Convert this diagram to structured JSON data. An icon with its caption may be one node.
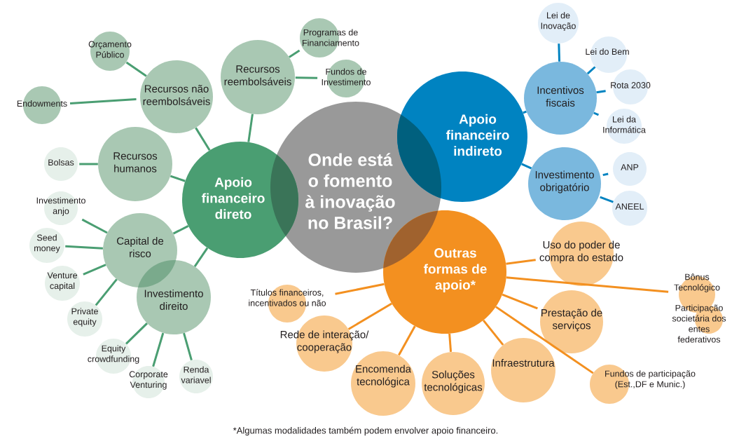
{
  "diagram": {
    "caption": "*Algumas modalidades também podem envolver apoio financeiro.",
    "nodes": [
      {
        "text": [
          "Onde está o fomento à inovação no Brasil?"
        ]
      },
      {
        "text": [
          "Apoio financeiro direto"
        ]
      },
      {
        "text": [
          "Apoio financeiro indireto"
        ]
      },
      {
        "text": [
          "Outras formas de apoio*"
        ]
      },
      {
        "text": [
          "Recursos não reembolsáveis"
        ]
      },
      {
        "text": [
          "Recursos reembolsáveis"
        ]
      },
      {
        "text": [
          "Recursos humanos"
        ]
      },
      {
        "text": [
          "Capital de risco"
        ]
      },
      {
        "text": [
          "Investimento direito"
        ]
      },
      {
        "text": [
          "Orçamento Público"
        ]
      },
      {
        "text": [
          "Endowments"
        ]
      },
      {
        "text": [
          "Programas de Financiamento"
        ]
      },
      {
        "text": [
          "Fundos de Investimento"
        ]
      },
      {
        "text": [
          "Bolsas"
        ]
      },
      {
        "text": [
          "Investimento anjo"
        ]
      },
      {
        "text": [
          "Seed money"
        ]
      },
      {
        "text": [
          "Venture capital"
        ]
      },
      {
        "text": [
          "Private equity"
        ]
      },
      {
        "text": [
          "Equity crowdfunding"
        ]
      },
      {
        "text": [
          "Corporate Venturing"
        ]
      },
      {
        "text": [
          "Renda variavel"
        ]
      },
      {
        "text": [
          "Incentivos fiscais"
        ]
      },
      {
        "text": [
          "Investimento obrigatório"
        ]
      },
      {
        "text": [
          "Lei de Inovação"
        ]
      },
      {
        "text": [
          "Lei do Bem"
        ]
      },
      {
        "text": [
          "Rota 2030"
        ]
      },
      {
        "text": [
          "Lei da Informática"
        ]
      },
      {
        "text": [
          "ANP"
        ]
      },
      {
        "text": [
          "ANEEL"
        ]
      },
      {
        "text": [
          "Uso do poder de compra do estado"
        ]
      },
      {
        "text": [
          "Bônus Tecnológico"
        ]
      },
      {
        "text": [
          "Participação societária dos entes federativos"
        ]
      },
      {
        "text": [
          "Prestação de serviços"
        ]
      },
      {
        "text": [
          "Fundos de participação (Est.,DF e Munic.)"
        ]
      },
      {
        "text": [
          "Infraestrutura"
        ]
      },
      {
        "text": [
          "Soluções tecnológicas"
        ]
      },
      {
        "text": [
          "Encomenda tecnológica"
        ]
      },
      {
        "text": [
          "Rede de interação/ cooperação"
        ]
      },
      {
        "text": [
          "Títulos financeiros, incentivados ou não"
        ]
      }
    ],
    "edges": [
      {
        "from": 1,
        "to": 4,
        "arrow": "none"
      },
      {
        "from": 1,
        "to": 5,
        "arrow": "none"
      },
      {
        "from": 1,
        "to": 6,
        "arrow": "none"
      },
      {
        "from": 1,
        "to": 7,
        "arrow": "none"
      },
      {
        "from": 1,
        "to": 8,
        "arrow": "none"
      },
      {
        "from": 4,
        "to": 9,
        "arrow": "none"
      },
      {
        "from": 4,
        "to": 10,
        "arrow": "none"
      },
      {
        "from": 5,
        "to": 11,
        "arrow": "none"
      },
      {
        "from": 5,
        "to": 12,
        "arrow": "none"
      },
      {
        "from": 6,
        "to": 13,
        "arrow": "none"
      },
      {
        "from": 7,
        "to": 14,
        "arrow": "none"
      },
      {
        "from": 7,
        "to": 15,
        "arrow": "none"
      },
      {
        "from": 7,
        "to": 16,
        "arrow": "none"
      },
      {
        "from": 7,
        "to": 17,
        "arrow": "none"
      },
      {
        "from": 8,
        "to": 18,
        "arrow": "none"
      },
      {
        "from": 8,
        "to": 19,
        "arrow": "none"
      },
      {
        "from": 8,
        "to": 20,
        "arrow": "none"
      },
      {
        "from": 2,
        "to": 21,
        "arrow": "none",
        "color": "#0083c1"
      },
      {
        "from": 2,
        "to": 22,
        "arrow": "none",
        "color": "#0083c1"
      },
      {
        "from": 21,
        "to": 23,
        "arrow": "none",
        "color": "#0083c1"
      },
      {
        "from": 21,
        "to": 24,
        "arrow": "none",
        "color": "#0083c1"
      },
      {
        "from": 21,
        "to": 25,
        "arrow": "none",
        "color": "#0083c1"
      },
      {
        "from": 21,
        "to": 26,
        "arrow": "none",
        "color": "#0083c1"
      },
      {
        "from": 22,
        "to": 27,
        "arrow": "none",
        "color": "#0083c1"
      },
      {
        "from": 22,
        "to": 28,
        "arrow": "none",
        "color": "#0083c1"
      },
      {
        "from": 3,
        "to": 29,
        "arrow": "none",
        "color": "#f39020"
      },
      {
        "from": 3,
        "to": 30,
        "arrow": "none",
        "color": "#f39020"
      },
      {
        "from": 3,
        "to": 32,
        "arrow": "none",
        "color": "#f39020"
      },
      {
        "from": 3,
        "to": 33,
        "arrow": "none",
        "color": "#f39020"
      },
      {
        "from": 3,
        "to": 34,
        "arrow": "none",
        "color": "#f39020"
      },
      {
        "from": 3,
        "to": 35,
        "arrow": "none",
        "color": "#f39020"
      },
      {
        "from": 3,
        "to": 36,
        "arrow": "none",
        "color": "#f39020"
      },
      {
        "from": 3,
        "to": 37,
        "arrow": "none",
        "color": "#f39020"
      },
      {
        "from": 3,
        "to": 38,
        "arrow": "none",
        "color": "#f39020"
      }
    ]
  }
}
